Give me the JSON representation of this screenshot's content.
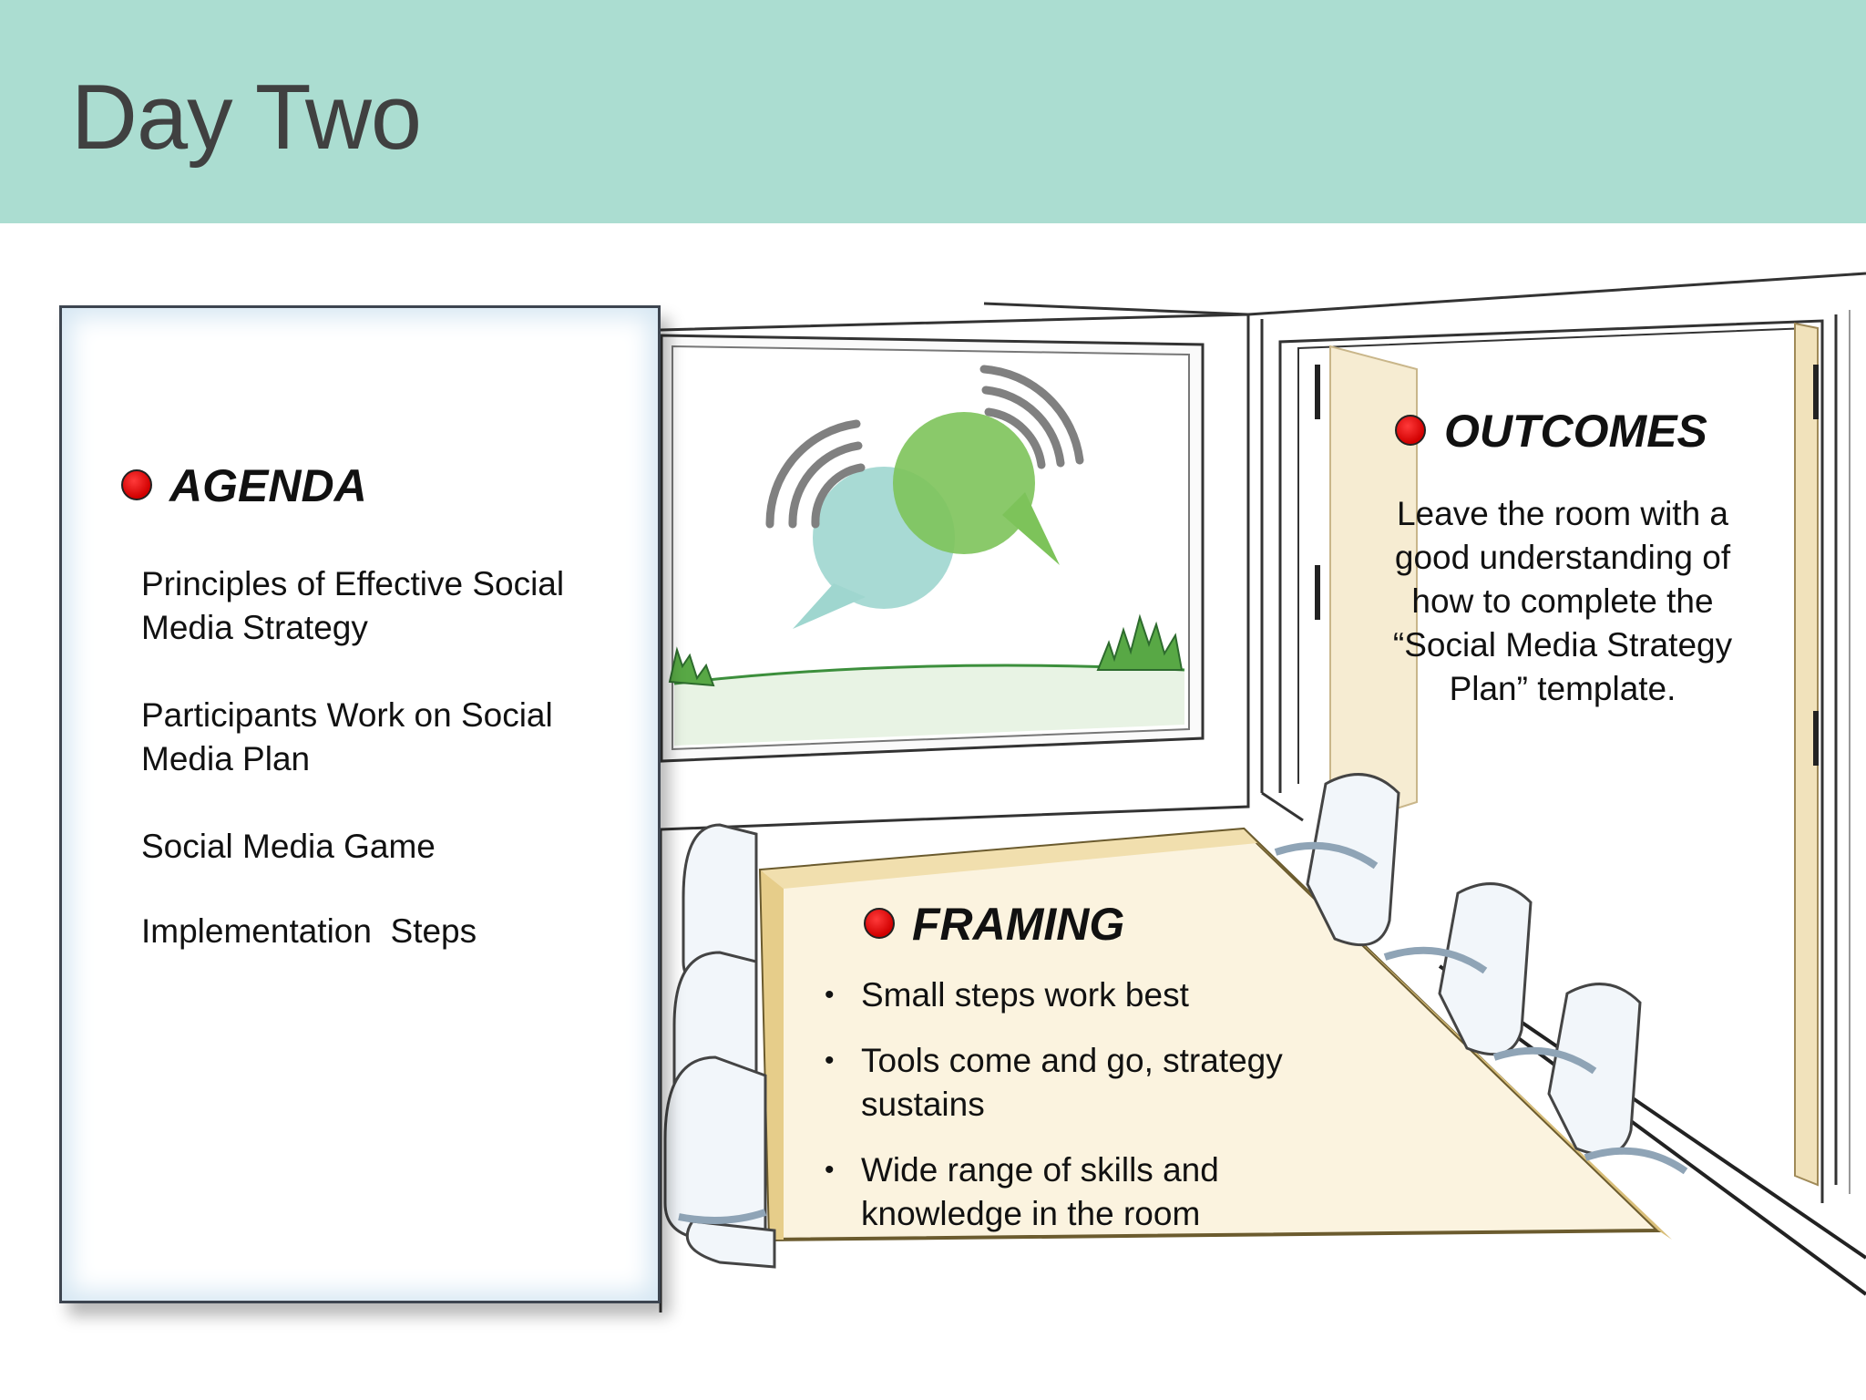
{
  "slide": {
    "title": "Day Two"
  },
  "agenda": {
    "heading": "AGENDA",
    "items": [
      "Principles of Effective Social Media Strategy",
      "Participants Work on Social Media Plan",
      "Social Media Game",
      "Implementation  Steps"
    ]
  },
  "outcomes": {
    "heading": "OUTCOMES",
    "text": "Leave the room with a good understanding of how to complete the “Social Media Strategy Plan” template."
  },
  "framing": {
    "heading": "FRAMING",
    "bullets": [
      "Small steps work best",
      "Tools come and go, strategy sustains",
      "Wide range of skills and knowledge in the room"
    ]
  },
  "colors": {
    "header_band": "#abddd1",
    "bullet_red": "#e00000",
    "bubble_teal": "#9fd6cf",
    "bubble_green": "#7dc35a"
  }
}
